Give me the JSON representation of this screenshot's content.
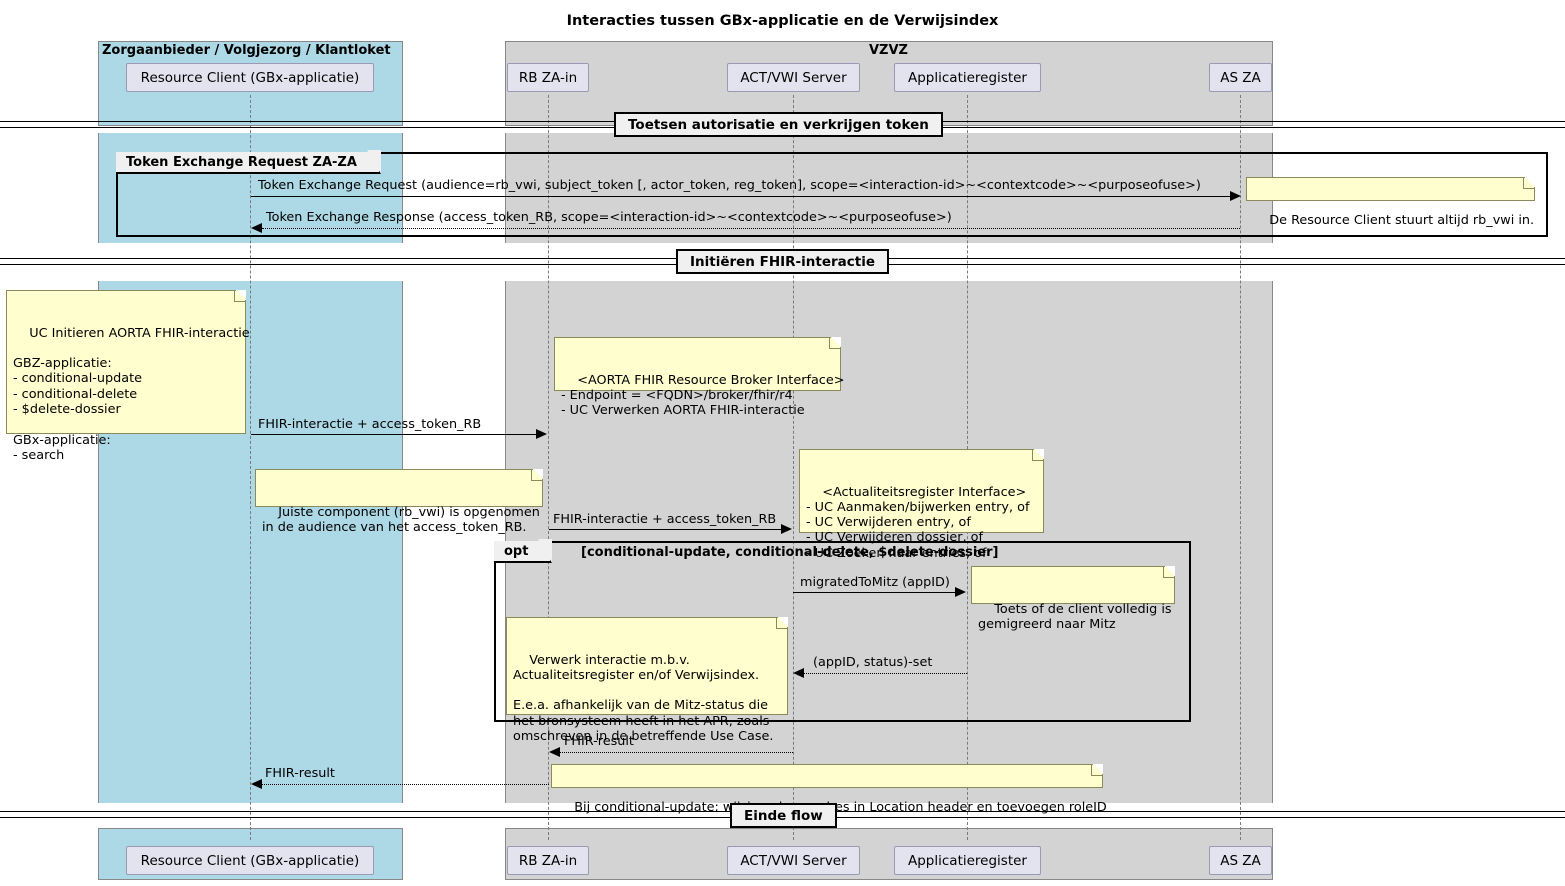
{
  "diagram": {
    "title": "Interacties tussen GBx-applicatie en de Verwijsindex",
    "type": "uml-sequence-diagram"
  },
  "colors": {
    "group_left_bg": "#ADD8E6",
    "group_right_bg": "#D3D3D3",
    "participant_bg": "#E3E3F0",
    "note_bg": "#FEFECE",
    "divider_bg": "#F0F0F0",
    "line": "#000000"
  },
  "groups": [
    {
      "name": "group-zorgaanbieder",
      "label": "Zorgaanbieder / Volgjezorg / Klantloket"
    },
    {
      "name": "group-vzvz",
      "label": "VZVZ"
    }
  ],
  "participants": [
    {
      "name": "resource-client",
      "label": "Resource Client (GBx-applicatie)"
    },
    {
      "name": "rb-za-in",
      "label": "RB ZA-in"
    },
    {
      "name": "act-vwi-server",
      "label": "ACT/VWI Server"
    },
    {
      "name": "applicatieregister",
      "label": "Applicatieregister"
    },
    {
      "name": "as-za",
      "label": "AS ZA"
    }
  ],
  "dividers": [
    {
      "name": "divider-toetsen-autorisatie",
      "label": "Toetsen autorisatie en verkrijgen token"
    },
    {
      "name": "divider-initieren-fhir",
      "label": "Initiëren FHIR-interactie"
    },
    {
      "name": "divider-einde-flow",
      "label": "Einde flow"
    }
  ],
  "frames": [
    {
      "name": "frame-token-exchange",
      "tab_label": "Token Exchange Request ZA-ZA",
      "condition": ""
    },
    {
      "name": "frame-opt",
      "tab_label": "opt",
      "condition": "[conditional-update, conditional-delete, $delete-dossier]"
    }
  ],
  "messages": [
    {
      "name": "msg-token-exchange-request",
      "label": "Token Exchange Request (audience=rb_vwi, subject_token [, actor_token, reg_token], scope=<interaction-id>~<contextcode>~<purposeofuse>)",
      "style": "solid",
      "direction": "right",
      "from": "resource-client",
      "to": "as-za"
    },
    {
      "name": "msg-token-exchange-response",
      "label": "Token Exchange Response (access_token_RB, scope=<interaction-id>~<contextcode>~<purposeofuse>)",
      "style": "dotted",
      "direction": "left",
      "from": "as-za",
      "to": "resource-client"
    },
    {
      "name": "msg-fhir-interactie-rb",
      "label": "FHIR-interactie + access_token_RB",
      "style": "solid",
      "direction": "right",
      "from": "resource-client",
      "to": "rb-za-in"
    },
    {
      "name": "msg-fhir-interactie-act",
      "label": "FHIR-interactie + access_token_RB",
      "style": "solid",
      "direction": "right",
      "from": "rb-za-in",
      "to": "act-vwi-server"
    },
    {
      "name": "msg-migrated-to-mitz",
      "label": "migratedToMitz (appID)",
      "style": "solid",
      "direction": "right",
      "from": "act-vwi-server",
      "to": "applicatieregister"
    },
    {
      "name": "msg-appid-status-set",
      "label": "(appID, status)-set",
      "style": "dotted",
      "direction": "left",
      "from": "applicatieregister",
      "to": "act-vwi-server"
    },
    {
      "name": "msg-fhir-result-act-rb",
      "label": "FHIR-result",
      "style": "dotted",
      "direction": "left",
      "from": "act-vwi-server",
      "to": "rb-za-in"
    },
    {
      "name": "msg-fhir-result-rb-client",
      "label": "FHIR-result",
      "style": "dotted",
      "direction": "left",
      "from": "rb-za-in",
      "to": "resource-client"
    }
  ],
  "notes": [
    {
      "name": "note-resource-client-rb-vwi",
      "text": "De Resource Client stuurt altijd rb_vwi in."
    },
    {
      "name": "note-uc-initieren",
      "text": "UC Initieren AORTA FHIR-interactie\n\nGBZ-applicatie:\n- conditional-update\n- conditional-delete\n- $delete-dossier\n\nGBx-applicatie:\n- search"
    },
    {
      "name": "note-aorta-broker-interface",
      "text": "<AORTA FHIR Resource Broker Interface>\n- Endpoint = <FQDN>/broker/fhir/r4\n- UC Verwerken AORTA FHIR-interactie"
    },
    {
      "name": "note-juiste-component",
      "text": "Juiste component (rb_vwi) is opgenomen\nin de audience van het access_token_RB."
    },
    {
      "name": "note-actualiteitsregister-interface",
      "text": "<Actualiteitsregister Interface>\n- UC Aanmaken/bijwerken entry, of\n- UC Verwijderen entry, of\n- UC Verwijderen dossier, of\n- UC Zoeken naar entries, of"
    },
    {
      "name": "note-toets-mitz",
      "text": "Toets of de client volledig is\ngemigreerd naar Mitz"
    },
    {
      "name": "note-verwerk-interactie",
      "text": "Verwerk interactie m.b.v.\nActualiteitsregister en/of Verwijsindex.\n\nE.e.a. afhankelijk van de Mitz-status die\nhet bronsysteem heeft in het APR, zoals\nomschreven in de betreffende Use Case."
    },
    {
      "name": "note-conditional-update-location",
      "text": "Bij conditional-update: wijzigen base-adres in Location header en toevoegen roleID"
    }
  ]
}
